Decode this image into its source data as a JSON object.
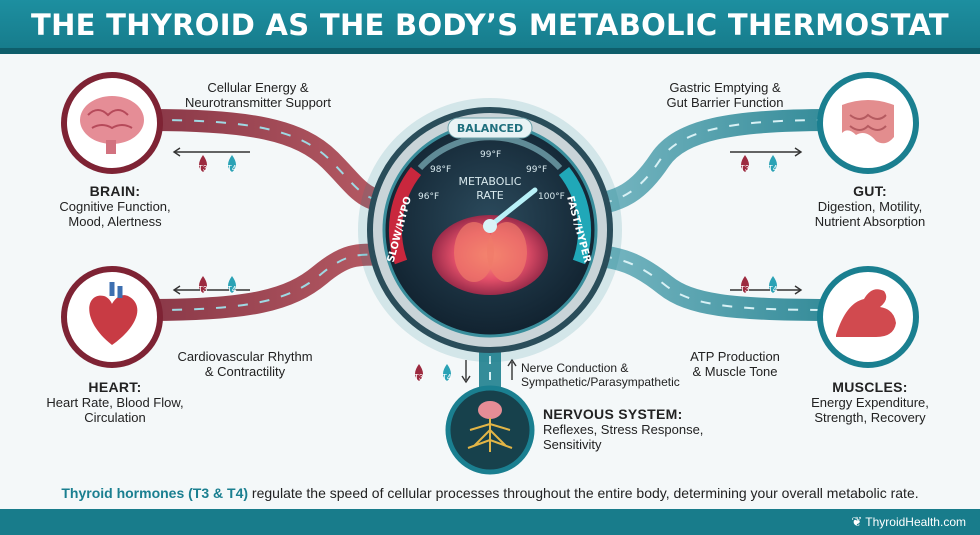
{
  "title": "THE THYROID AS THE BODY’S METABOLIC THERMOSTAT",
  "colors": {
    "teal": "#187c8b",
    "maroon": "#7e2334",
    "bg": "#f4f8f9"
  },
  "gauge": {
    "top_label": "BALANCED",
    "center_label_1": "METABOLIC",
    "center_label_2": "RATE",
    "left_label": "SLOW/HYPO",
    "right_label": "FAST/HYPER",
    "ticks": [
      "96°F",
      "98°F",
      "99°F",
      "99°F",
      "100°F"
    ]
  },
  "hormones": {
    "t3": "T3",
    "t4": "T4"
  },
  "organs": {
    "brain": {
      "name": "BRAIN:",
      "desc_1": "Cognitive Function,",
      "desc_2": "Mood, Alertness",
      "pathway_1": "Cellular Energy &",
      "pathway_2": "Neurotransmitter Support",
      "icon": "brain-icon"
    },
    "heart": {
      "name": "HEART:",
      "desc_1": "Heart Rate, Blood Flow,",
      "desc_2": "Circulation",
      "pathway_1": "Cardiovascular Rhythm",
      "pathway_2": "& Contractility",
      "icon": "heart-icon"
    },
    "gut": {
      "name": "GUT:",
      "desc_1": "Digestion, Motility,",
      "desc_2": "Nutrient Absorption",
      "pathway_1": "Gastric Emptying &",
      "pathway_2": "Gut Barrier Function",
      "icon": "intestine-icon"
    },
    "muscles": {
      "name": "MUSCLES:",
      "desc_1": "Energy Expenditure,",
      "desc_2": "Strength, Recovery",
      "pathway_1": "ATP Production",
      "pathway_2": "& Muscle Tone",
      "icon": "muscle-arm-icon"
    },
    "nervous": {
      "name": "NERVOUS SYSTEM:",
      "desc_1": "Reflexes, Stress Response,",
      "desc_2": "Sensitivity",
      "pathway_1": "Nerve Conduction &",
      "pathway_2": "Sympathetic/Parasympathetic",
      "icon": "neuron-icon"
    }
  },
  "footer": {
    "highlight": "Thyroid hormones (T3 & T4)",
    "rest": " regulate the speed of cellular processes throughout the entire body, determining your overall metabolic rate.",
    "brand": "ThyroidHealth.com"
  }
}
